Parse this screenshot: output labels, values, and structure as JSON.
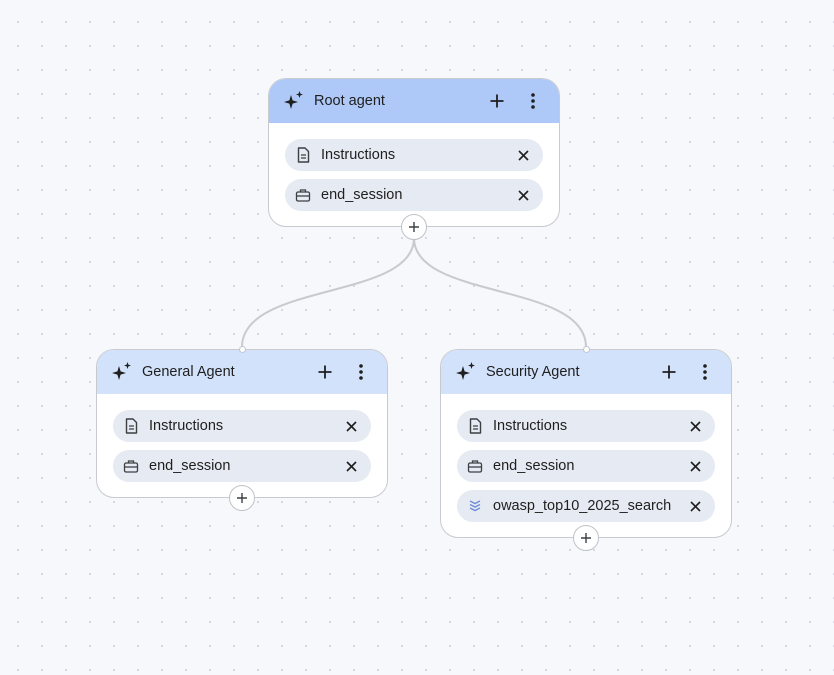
{
  "nodes": {
    "root": {
      "title": "Root agent",
      "chips": [
        {
          "label": "Instructions",
          "icon": "document-icon"
        },
        {
          "label": "end_session",
          "icon": "toolbox-icon"
        }
      ]
    },
    "general": {
      "title": "General Agent",
      "chips": [
        {
          "label": "Instructions",
          "icon": "document-icon"
        },
        {
          "label": "end_session",
          "icon": "toolbox-icon"
        }
      ]
    },
    "security": {
      "title": "Security Agent",
      "chips": [
        {
          "label": "Instructions",
          "icon": "document-icon"
        },
        {
          "label": "end_session",
          "icon": "toolbox-icon"
        },
        {
          "label": "owasp_top10_2025_search",
          "icon": "datastore-icon"
        }
      ]
    }
  },
  "colors": {
    "root_header": "#aec8f7",
    "child_header": "#d3e2fb",
    "chip_bg": "#e6eaf2",
    "connector": "#c8cad0",
    "canvas_bg": "#f7f8fc"
  }
}
